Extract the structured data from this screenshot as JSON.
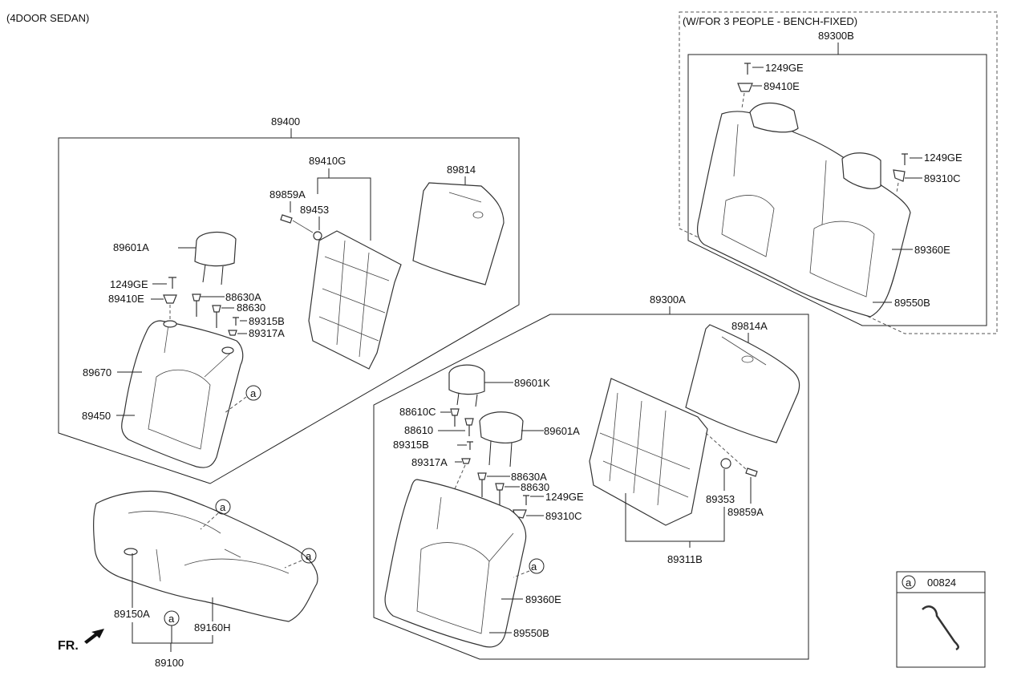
{
  "header": {
    "variant": "(4DOOR SEDAN)"
  },
  "option_group": {
    "title": "(W/FOR 3 PEOPLE - BENCH-FIXED)",
    "assembly": "89300B",
    "parts": {
      "screw": "1249GE",
      "bracket": "89410E",
      "screw2": "1249GE",
      "bracket2": "89310C",
      "cover": "89360E",
      "guide": "89550B"
    }
  },
  "group_89400": {
    "assembly": "89400",
    "frame": "89410G",
    "bolt": "89859A",
    "lever": "89453",
    "board": "89814",
    "headrest": "89601A",
    "screw": "1249GE",
    "bracket": "89410E",
    "guide_a": "88630A",
    "guide": "88630",
    "clip_b": "89315B",
    "clip_a": "89317A",
    "back": "89670",
    "hook": "89450"
  },
  "group_89300A": {
    "assembly": "89300A",
    "board": "89814A",
    "headrest_k": "89601K",
    "headrest_a": "89601A",
    "guide_c": "88610C",
    "guide": "88610",
    "clip_b": "89315B",
    "clip_a": "89317A",
    "guide_a2": "88630A",
    "guide2": "88630",
    "screw": "1249GE",
    "bracket": "89310C",
    "lever": "89353",
    "bolt": "89859A",
    "frame": "89311B",
    "cover": "89360E",
    "guide_b": "89550B"
  },
  "cushion": {
    "left": "89150A",
    "right": "89160H",
    "assembly": "89100",
    "marker": "a"
  },
  "direction": {
    "label": "FR."
  },
  "legend": {
    "marker": "a",
    "part": "00824"
  }
}
